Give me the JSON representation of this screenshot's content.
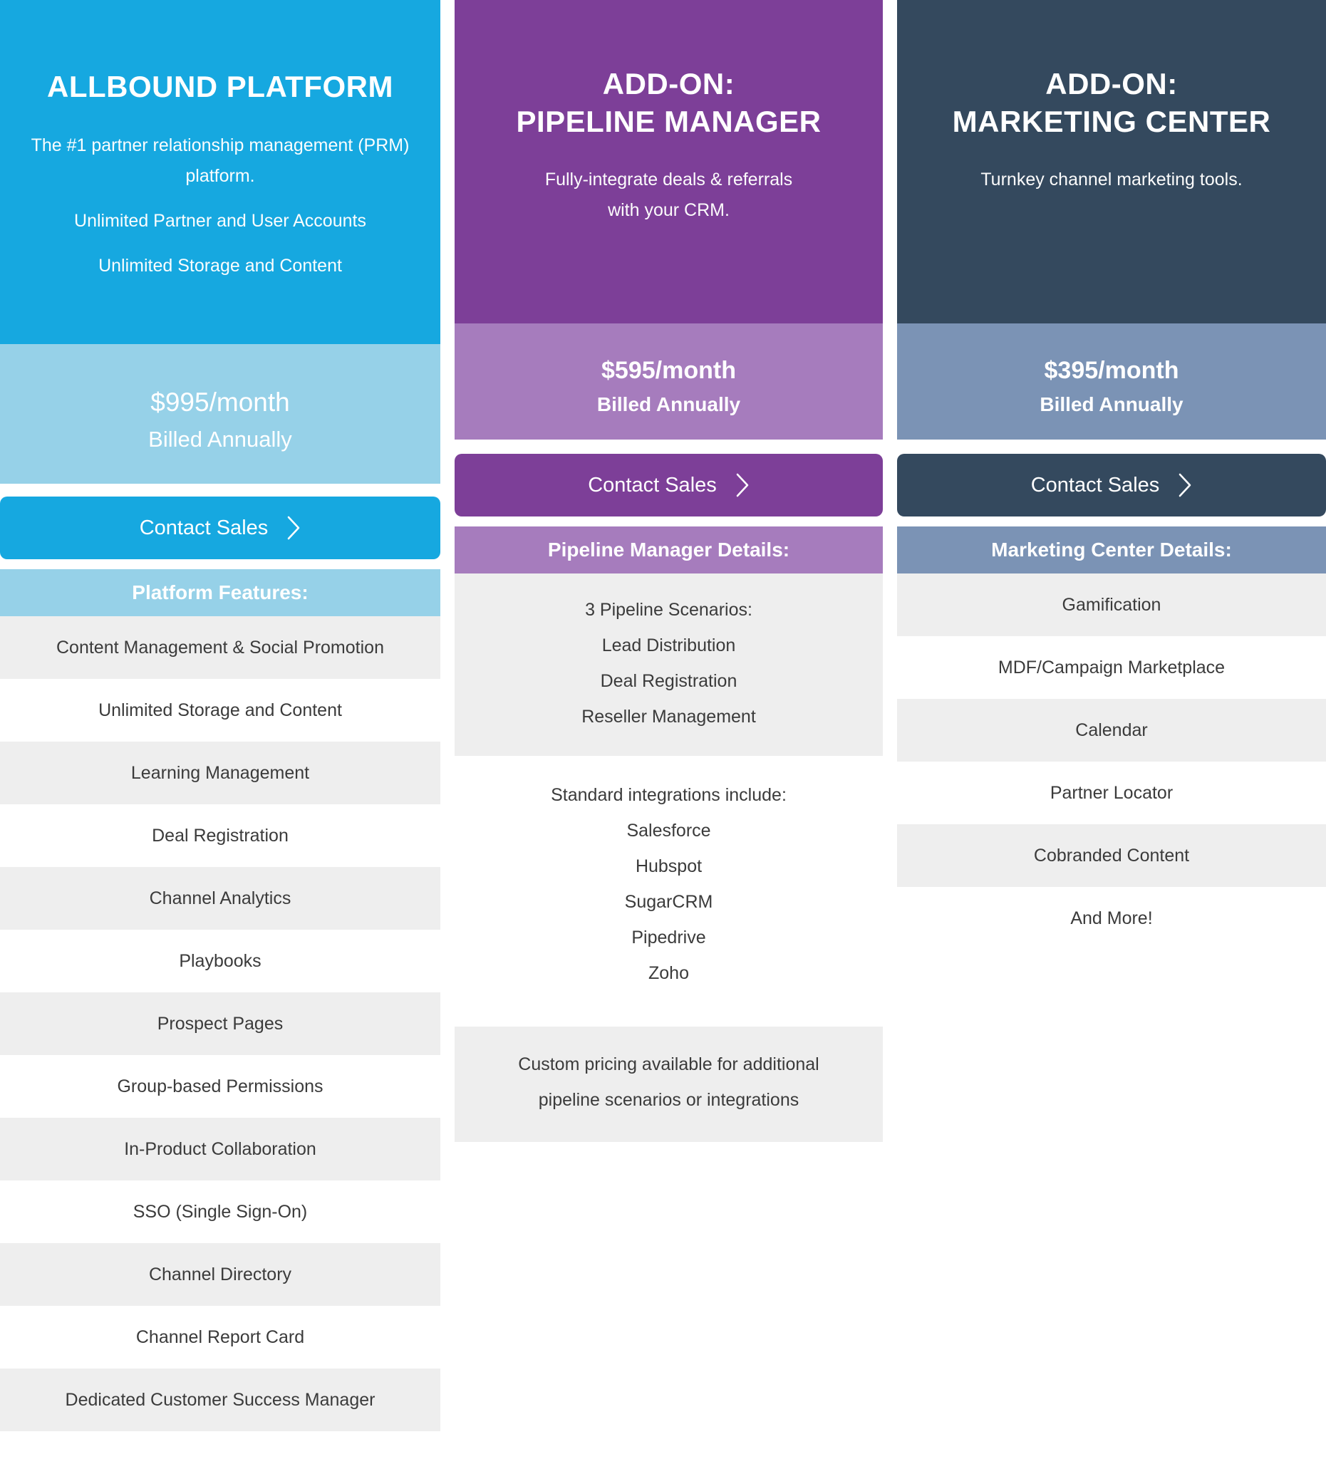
{
  "colors": {
    "platform_primary": "#16a8e0",
    "platform_secondary": "#96d1e8",
    "pipeline_primary": "#7d3f98",
    "pipeline_secondary": "#a67cbd",
    "marketing_primary": "#34495e",
    "marketing_secondary": "#7b93b5",
    "row_alt": "#eeeeee",
    "text": "#3b3b3b"
  },
  "platform": {
    "title": "ALLBOUND PLATFORM",
    "subtitle_lines": [
      "The #1 partner relationship management (PRM)",
      "platform."
    ],
    "subtitle_extra": [
      "Unlimited Partner and User Accounts",
      "Unlimited Storage and Content"
    ],
    "price": "$995/month",
    "billing": "Billed Annually",
    "cta_label": "Contact Sales",
    "details_header": "Platform Features:",
    "features": [
      "Content Management & Social Promotion",
      "Unlimited Storage and Content",
      "Learning Management",
      "Deal Registration",
      "Channel Analytics",
      "Playbooks",
      "Prospect Pages",
      "Group-based Permissions",
      "In-Product Collaboration",
      "SSO (Single Sign-On)",
      "Channel Directory",
      "Channel Report Card",
      "Dedicated Customer Success Manager"
    ]
  },
  "pipeline": {
    "title_line1": "ADD-ON:",
    "title_line2": "PIPELINE MANAGER",
    "subtitle_lines": [
      "Fully-integrate deals & referrals",
      "with your CRM."
    ],
    "price": "$595/month",
    "billing": "Billed Annually",
    "cta_label": "Contact Sales",
    "details_header": "Pipeline Manager Details:",
    "scenarios_heading": "3 Pipeline Scenarios:",
    "scenarios": [
      "Lead Distribution",
      "Deal Registration",
      "Reseller Management"
    ],
    "integrations_heading": "Standard integrations include:",
    "integrations": [
      "Salesforce",
      "Hubspot",
      "SugarCRM",
      "Pipedrive",
      "Zoho"
    ],
    "note_lines": [
      "Custom pricing available for additional",
      "pipeline scenarios or integrations"
    ]
  },
  "marketing": {
    "title_line1": "ADD-ON:",
    "title_line2": "MARKETING CENTER",
    "subtitle_lines": [
      "Turnkey channel marketing tools."
    ],
    "price": "$395/month",
    "billing": "Billed Annually",
    "cta_label": "Contact Sales",
    "details_header": "Marketing Center Details:",
    "features": [
      "Gamification",
      "MDF/Campaign Marketplace",
      "Calendar",
      "Partner Locator",
      "Cobranded Content",
      "And More!"
    ]
  },
  "icons": {
    "cta_chevron": "chevron-right-icon"
  }
}
